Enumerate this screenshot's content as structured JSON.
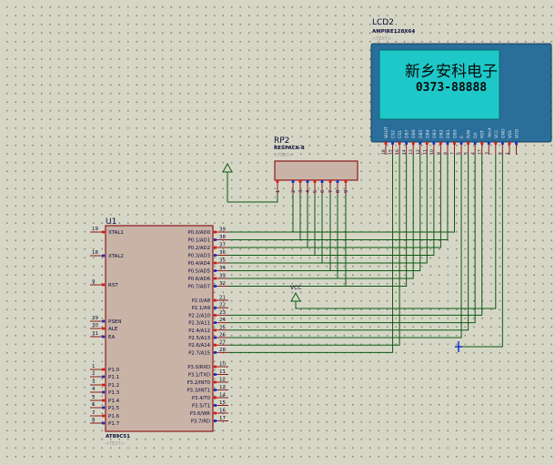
{
  "lcd": {
    "ref": "LCD2",
    "model": "AMPIRE128X64",
    "text_tag": "<TEXT>",
    "line1": "新乡安科电子",
    "line2": "0373-88888",
    "pins": [
      "VOUT",
      "CS2",
      "CS1",
      "DB7",
      "DB6",
      "DB5",
      "DB4",
      "DB3",
      "DB2",
      "DB1",
      "DB0",
      "E",
      "R/W",
      "D/I",
      "RST",
      "-Vout",
      "VCC",
      "GND",
      "VSS",
      "VDD"
    ],
    "pin_numbers": [
      "18",
      "15",
      "16",
      "14",
      "13",
      "12",
      "11",
      "10",
      "9",
      "8",
      "7",
      "6",
      "5",
      "4",
      "17",
      "3",
      "",
      "2",
      "1",
      ""
    ],
    "screen_color": "#1ec8c8",
    "frame_color": "#2a6e9c"
  },
  "rp": {
    "ref": "RP2",
    "model": "RESPACK-8",
    "text_tag": "<TEXT>",
    "pins": [
      "1",
      "2",
      "3",
      "4",
      "5",
      "6",
      "7",
      "8",
      "9"
    ]
  },
  "mcu": {
    "ref": "U1",
    "model": "AT89C51",
    "text_tag": "<TEXT>",
    "left_pins": [
      {
        "num": "19",
        "name": "XTAL1"
      },
      {
        "num": "18",
        "name": "XTAL2"
      },
      {
        "num": "9",
        "name": "RST"
      },
      {
        "num": "29",
        "name": "PSEN"
      },
      {
        "num": "30",
        "name": "ALE"
      },
      {
        "num": "31",
        "name": "EA"
      },
      {
        "num": "1",
        "name": "P1.0"
      },
      {
        "num": "2",
        "name": "P1.1"
      },
      {
        "num": "3",
        "name": "P1.2"
      },
      {
        "num": "4",
        "name": "P1.3"
      },
      {
        "num": "5",
        "name": "P1.4"
      },
      {
        "num": "6",
        "name": "P1.5"
      },
      {
        "num": "7",
        "name": "P1.6"
      },
      {
        "num": "8",
        "name": "P1.7"
      }
    ],
    "right_pins": [
      {
        "num": "39",
        "name": "P0.0/AD0"
      },
      {
        "num": "38",
        "name": "P0.1/AD1"
      },
      {
        "num": "37",
        "name": "P0.2/AD2"
      },
      {
        "num": "36",
        "name": "P0.3/AD3"
      },
      {
        "num": "35",
        "name": "P0.4/AD4"
      },
      {
        "num": "34",
        "name": "P0.5/AD5"
      },
      {
        "num": "33",
        "name": "P0.6/AD6"
      },
      {
        "num": "32",
        "name": "P0.7/AD7"
      },
      {
        "num": "21",
        "name": "P2.0/A8"
      },
      {
        "num": "22",
        "name": "P2.1/A9"
      },
      {
        "num": "23",
        "name": "P2.2/A10"
      },
      {
        "num": "24",
        "name": "P2.3/A11"
      },
      {
        "num": "25",
        "name": "P2.4/A12"
      },
      {
        "num": "26",
        "name": "P2.5/A13"
      },
      {
        "num": "27",
        "name": "P2.6/A14"
      },
      {
        "num": "28",
        "name": "P2.7/A15"
      },
      {
        "num": "10",
        "name": "P3.0/RXD"
      },
      {
        "num": "11",
        "name": "P3.1/TXD"
      },
      {
        "num": "12",
        "name": "P3.2/INT0"
      },
      {
        "num": "13",
        "name": "P3.3/INT1"
      },
      {
        "num": "14",
        "name": "P3.4/T0"
      },
      {
        "num": "15",
        "name": "P3.5/T1"
      },
      {
        "num": "16",
        "name": "P3.6/WR"
      },
      {
        "num": "17",
        "name": "P3.7/RD"
      }
    ]
  },
  "vcc_label": "VCC",
  "colors": {
    "wire": "#0b5a12",
    "body_fill": "#c9b3a6",
    "body_stroke": "#8b1a1a",
    "pin": "#8b1a1a",
    "text": "#0a0a3c",
    "pin_red": "#e01818",
    "pin_blue": "#1c2ec8"
  }
}
